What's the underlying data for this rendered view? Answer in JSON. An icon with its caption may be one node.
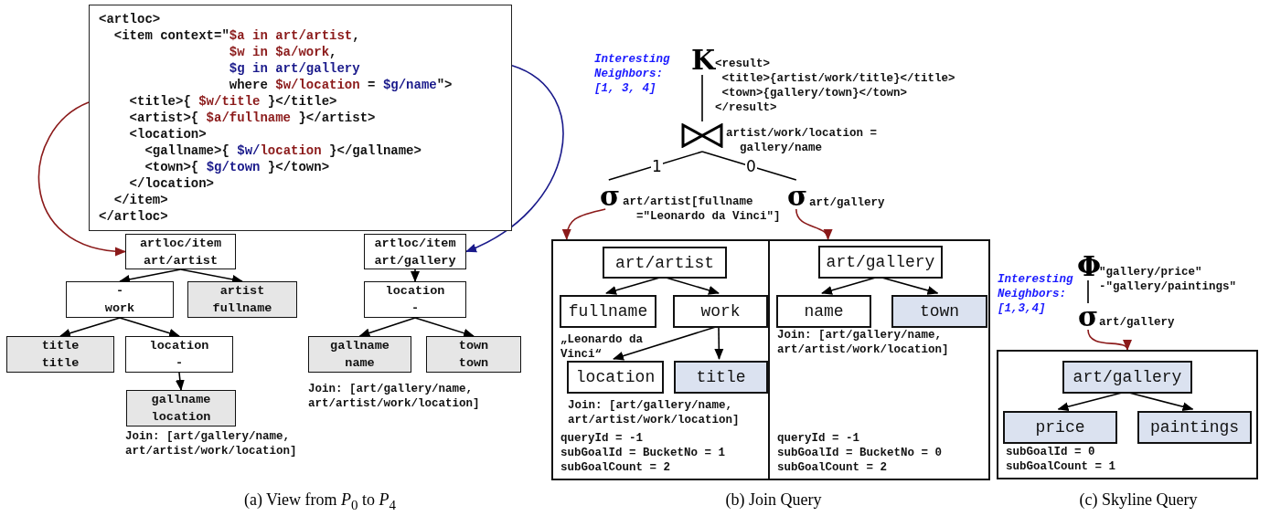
{
  "diagram": {
    "nodes": [
      {
        "text": [
          "<artloc>",
          "<item context=\"$a in art/artist,",
          "$w in $a/work,",
          "$g in art/gallery",
          "where $w/location = $g/name\">",
          "<title>{ $w/title }</title>",
          "<artist>{ $a/fullname }</artist>",
          "<location>",
          "<gallname>{ $w/location }</gallname>",
          "<town>{ $g/town }</town>",
          "</location>",
          "</item>",
          "</artloc>"
        ]
      },
      {
        "text": [
          "artloc/item",
          "art/artist"
        ]
      },
      {
        "text": [
          "-",
          "work"
        ]
      },
      {
        "text": [
          "artist",
          "fullname"
        ]
      },
      {
        "text": [
          "title",
          "title"
        ]
      },
      {
        "text": [
          "location",
          "-"
        ]
      },
      {
        "text": [
          "gallname",
          "location"
        ],
        "beside": [
          "Join: [art/gallery/name, art/artist/work/location]"
        ]
      },
      {
        "text": [
          "artloc/item",
          "art/gallery"
        ]
      },
      {
        "text": [
          "location",
          "-"
        ]
      },
      {
        "text": [
          "gallname",
          "name"
        ],
        "beside": [
          "Join: [art/gallery/name, art/artist/work/location]"
        ]
      },
      {
        "text": [
          "town",
          "town"
        ]
      },
      {
        "text": [
          "K"
        ],
        "beside": [
          "<result>",
          "<title>{artist/work/title}</title>",
          "<town>{gallery/town}</town>",
          "</result>"
        ]
      },
      {
        "text": [],
        "shape": "bowtie",
        "beside": [
          "artist/work/location = gallery/name"
        ]
      },
      {
        "text": [
          "σ"
        ],
        "beside": [
          "art/artist[fullname =\"Leonardo da Vinci\"]"
        ]
      },
      {
        "text": [
          "σ"
        ],
        "beside": [
          "art/gallery"
        ]
      },
      {
        "text": [
          "queryId = -1",
          "subGoalId = BucketNo = 1",
          "subGoalCount = 2"
        ]
      },
      {
        "text": [
          "queryId = -1",
          "subGoalId = BucketNo = 0",
          "subGoalCount = 2"
        ]
      },
      {
        "text": [
          "art/artist"
        ],
        "in": 15
      },
      {
        "text": [
          "fullname"
        ],
        "in": 15,
        "beside": [
          "„Leonardo da Vinci“"
        ]
      },
      {
        "text": [
          "work"
        ],
        "in": 15
      },
      {
        "text": [
          "location"
        ],
        "in": 15,
        "beside": [
          "Join: [art/gallery/name, art/artist/work/location]"
        ]
      },
      {
        "text": [
          "title"
        ],
        "in": 15
      },
      {
        "text": [
          "art/gallery"
        ],
        "in": 16
      },
      {
        "text": [
          "name"
        ],
        "in": 16,
        "beside": [
          "Join: [art/gallery/name, art/artist/work/location]"
        ]
      },
      {
        "text": [
          "town"
        ],
        "in": 16
      },
      {
        "text": [
          "Φ"
        ],
        "beside": [
          "\"gallery/price\"",
          "-\"gallery/paintings\""
        ]
      },
      {
        "text": [
          "σ"
        ],
        "beside": [
          "art/gallery"
        ]
      },
      {
        "text": [
          "subGoalId = 0",
          "subGoalCount = 1"
        ]
      },
      {
        "text": [
          "art/gallery"
        ],
        "in": 27
      },
      {
        "text": [
          "price"
        ],
        "in": 27
      },
      {
        "text": [
          "paintings"
        ],
        "in": 27
      }
    ],
    "edges": [
      {
        "from": 0,
        "to": 1,
        "arrow": "to",
        "color": "#8b1a1a"
      },
      {
        "from": 0,
        "to": 7,
        "arrow": "to",
        "color": "#1a1a8b"
      },
      {
        "from": 1,
        "to": 2,
        "arrow": "to"
      },
      {
        "from": 1,
        "to": 3,
        "arrow": "to"
      },
      {
        "from": 2,
        "to": 4,
        "arrow": "to"
      },
      {
        "from": 2,
        "to": 5,
        "arrow": "to"
      },
      {
        "from": 5,
        "to": 6,
        "arrow": "to"
      },
      {
        "from": 7,
        "to": 8,
        "arrow": "to"
      },
      {
        "from": 8,
        "to": 9,
        "arrow": "to"
      },
      {
        "from": 8,
        "to": 10,
        "arrow": "to"
      },
      {
        "from": 11,
        "to": 12,
        "arrow": "none"
      },
      {
        "from": 12,
        "to": 13,
        "arrow": "none",
        "label": "1"
      },
      {
        "from": 12,
        "to": 14,
        "arrow": "none",
        "label": "0"
      },
      {
        "from": 13,
        "to": 15,
        "arrow": "to",
        "color": "#8b1a1a"
      },
      {
        "from": 14,
        "to": 16,
        "arrow": "to",
        "color": "#8b1a1a"
      },
      {
        "from": 17,
        "to": 18,
        "arrow": "to"
      },
      {
        "from": 17,
        "to": 19,
        "arrow": "to"
      },
      {
        "from": 19,
        "to": 20,
        "arrow": "to"
      },
      {
        "from": 19,
        "to": 21,
        "arrow": "to"
      },
      {
        "from": 22,
        "to": 23,
        "arrow": "to"
      },
      {
        "from": 22,
        "to": 24,
        "arrow": "to"
      },
      {
        "from": 25,
        "to": 26,
        "arrow": "none"
      },
      {
        "from": 26,
        "to": 27,
        "arrow": "to",
        "color": "#8b1a1a"
      },
      {
        "from": 28,
        "to": 29,
        "arrow": "to"
      },
      {
        "from": 28,
        "to": 30,
        "arrow": "to"
      }
    ],
    "labels": [
      "Interesting Neighbors: [1, 3, 4]",
      "Interesting Neighbors: [1,3,4]",
      "(a) View from *P*$_{0}$ to *P*$_{4}$",
      "(b) Join Query",
      "(c) Skyline Query"
    ]
  }
}
